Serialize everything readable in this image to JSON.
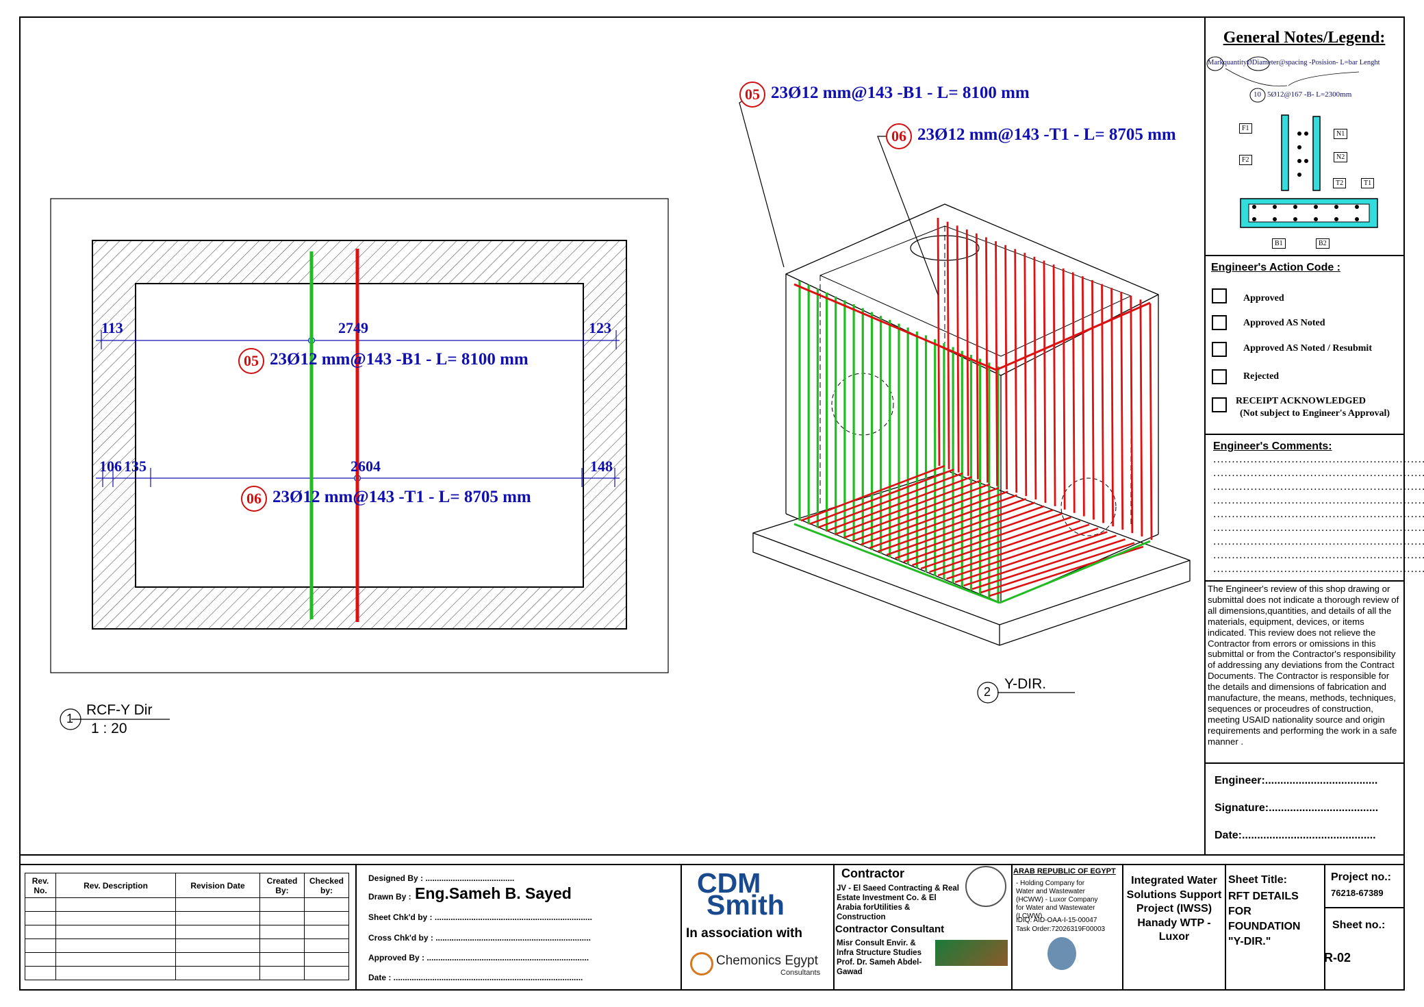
{
  "legend": {
    "title": "General Notes/Legend:",
    "format_line": "MarkquantityØDiameter@spacing -Posision- L=bar Lenght",
    "example_mark": "10",
    "example_line": "5Ø12@167 -B- L=2300mm",
    "position_tags": [
      "F1",
      "F2",
      "N1",
      "N2",
      "T2",
      "T1",
      "B1",
      "B2"
    ]
  },
  "action_code": {
    "title": "Engineer's Action Code :",
    "options": [
      "Approved",
      "Approved AS Noted",
      "Approved AS Noted / Resubmit",
      "Rejected",
      "RECEIPT ACKNOWLEDGED"
    ],
    "receipt_note": "(Not subject  to Engineer's Approval)"
  },
  "comments": {
    "title": "Engineer's Comments:",
    "dotted_line": "..............................................................."
  },
  "disclaimer": "The Engineer's review of this shop drawing or submittal does not indicate a thorough review of all dimensions,quantities, and details of all the materials, equipment, devices, or items indicated. This review does not relieve the Contractor from errors or omissions in this submittal or from the Contractor's responsibility of addressing any deviations from the Contract Documents. The Contractor is responsible for the details and dimensions of fabrication and manufacture, the means, methods, techniques, sequences or proceudres of construction, meeting USAID nationality source and origin requirements and performing the work in a safe manner .",
  "signoff": {
    "engineer": "Engineer:.....................................",
    "signature": "Signature:....................................",
    "date": "Date:............................................"
  },
  "plan_view": {
    "bar05": {
      "mark": "05",
      "text": "23Ø12 mm@143 -B1 - L= 8100 mm"
    },
    "bar06": {
      "mark": "06",
      "text": "23Ø12 mm@143 -T1 - L= 8705 mm"
    },
    "dims_top": [
      "113",
      "2749",
      "123"
    ],
    "dims_bottom": [
      "106",
      "135",
      "2604",
      "148"
    ],
    "view_number": "1",
    "view_title": "RCF-Y Dir",
    "view_scale": "1 : 20"
  },
  "iso_view": {
    "bar05": {
      "mark": "05",
      "text": "23Ø12 mm@143 -B1 - L= 8100 mm"
    },
    "bar06": {
      "mark": "06",
      "text": "23Ø12 mm@143 -T1 - L= 8705 mm"
    },
    "view_number": "2",
    "view_title": "Y-DIR."
  },
  "revision_table": {
    "headers": [
      "Rev. No.",
      "Rev. Description",
      "Revision Date",
      "Created By:",
      "Checked by:"
    ],
    "rows": 6
  },
  "title_block": {
    "designed_by": "Designed By : .......................................",
    "drawn_by_label": "Drawn By :",
    "drawn_by": "Eng.Sameh B. Sayed",
    "sheet_chkd": "Sheet Chk'd by : .....................................................................",
    "cross_chkd": "Cross Chk'd by : ....................................................................",
    "approved_by": "Approved By : .......................................................................",
    "date": "Date : ...................................................................................",
    "logo_line1": "CDM",
    "logo_line2": "Smith",
    "association": "In association with",
    "partner": "Chemonics Egypt",
    "partner_sub": "Consultants",
    "contractor_title": "Contractor",
    "contractor_text": "JV - El Saeed Contracting & Real Estate Investment Co. & El Arabia forUtilities & Construction",
    "consultant_title": "Contractor Consultant",
    "consultant_text": "Misr Consult Envir. & Infra Structure Studies Prof. Dr. Sameh Abdel-Gawad",
    "republic": "ARAB REPUBLIC OF EGYPT",
    "republic_text": "- Holding Company for Water and Wastewater (HCWW) - Luxor Company  for Water and Wastewater (LCWW)",
    "idiq": "IDIQ: AID-OAA-I-15-00047",
    "task_order": "Task Order:72026319F00003",
    "project_name": "Integrated Water Solutions Support Project (IWSS) Hanady  WTP - Luxor",
    "sheet_title_label": "Sheet Title:",
    "sheet_title": "RFT DETAILS FOR FOUNDATION \"Y-DIR.\"",
    "project_no_label": "Project no.:",
    "project_no": "76218-67389",
    "sheet_no_label": "Sheet no.:",
    "sheet_no": "R-02"
  },
  "colors": {
    "bar_green": "#22bb22",
    "bar_red": "#dd1111",
    "dim_blue": "#1010b0",
    "hatch": "#555555"
  }
}
